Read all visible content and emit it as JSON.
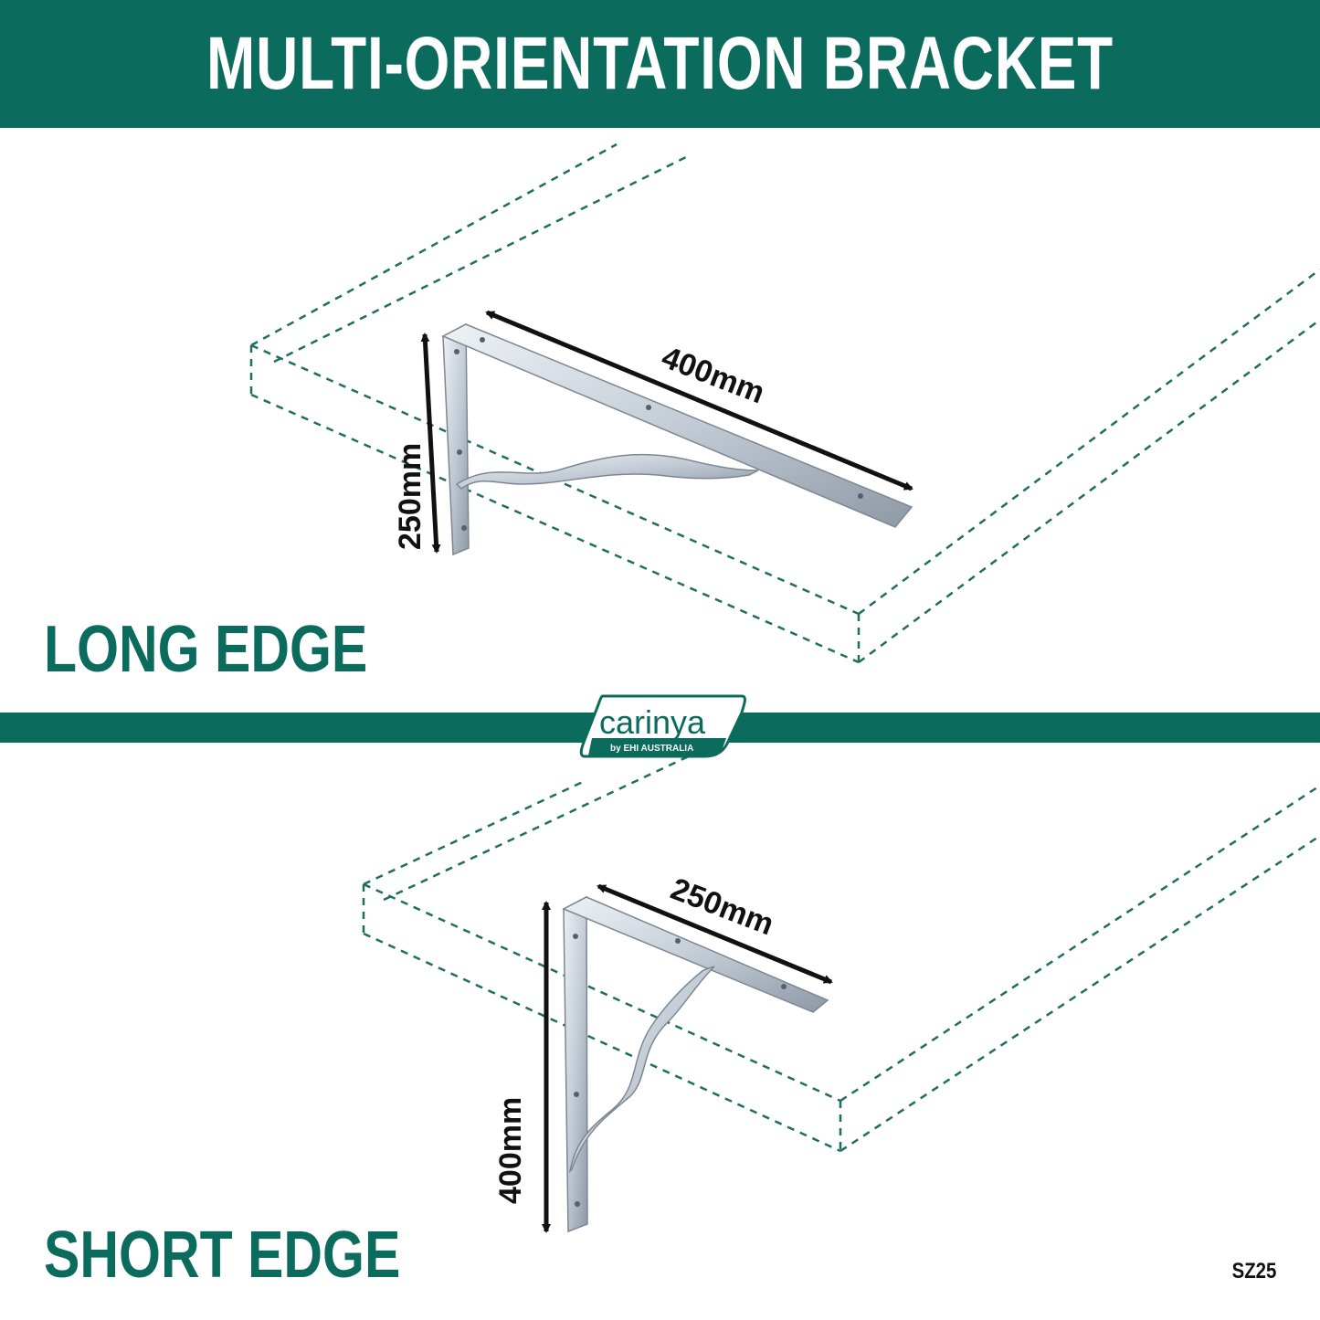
{
  "header": {
    "title": "MULTI-ORIENTATION BRACKET"
  },
  "sections": {
    "long_edge": {
      "label": "LONG EDGE",
      "horizontal_dim": "400mm",
      "vertical_dim": "250mm"
    },
    "short_edge": {
      "label": "SHORT EDGE",
      "horizontal_dim": "250mm",
      "vertical_dim": "400mm"
    }
  },
  "logo": {
    "name": "carinya",
    "tagline": "by EHI AUSTRALIA"
  },
  "product_code": "SZ25",
  "colors": {
    "brand_green": "#0b6b5c",
    "dashed_line": "#1f6e5f",
    "bracket_steel": "#c9d3dc"
  }
}
